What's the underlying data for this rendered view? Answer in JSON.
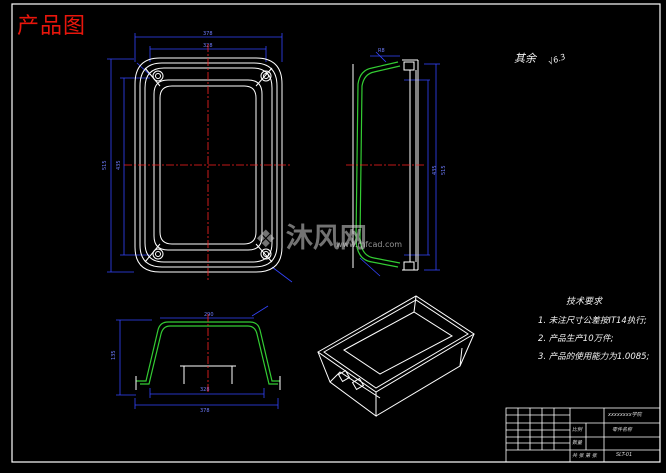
{
  "page_title": "产品图",
  "rest_roughness_note": "其余",
  "rest_roughness_symbol_value": "6.3",
  "technical_requirements": {
    "title": "技术要求",
    "items": [
      "1. 未注尺寸公差按IT14执行;",
      "2. 产品生产10万件;",
      "3. 产品的使用能力为1.0085;"
    ]
  },
  "watermark": {
    "brand": "沐风网",
    "url": "www.mfcad.com"
  },
  "title_block": {
    "school": "xxxxxxxx学院",
    "part_name": "零件名称",
    "drawing_no": "SLT-01",
    "scale_label": "比例",
    "qty_label": "数量",
    "sheet_label": "共 张 第 张"
  },
  "colors": {
    "background": "#000000",
    "outline": "#ffffff",
    "centerline": "#ff1a1a",
    "dimension": "#2e3bff",
    "section_fill": "#33cc33",
    "title_red": "#e8160c"
  }
}
